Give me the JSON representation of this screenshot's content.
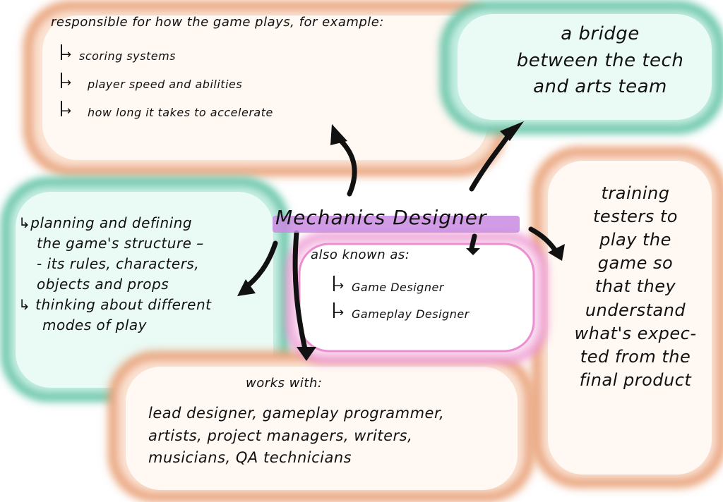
{
  "title": "Mechanics Designer",
  "responsible": {
    "heading": "responsible for how the game plays, for example:",
    "items": [
      "scoring systems",
      "player speed and abilities",
      "how long it takes to accelerate"
    ]
  },
  "bridge": {
    "lines": [
      "a bridge",
      "between the tech",
      "and arts team"
    ]
  },
  "planning": {
    "lines": [
      "↳planning and defining",
      "the game's structure –",
      "- its rules, characters,",
      "objects and props",
      "↳ thinking about different",
      "modes of play"
    ]
  },
  "aka": {
    "heading": "also known as:",
    "items": [
      "Game Designer",
      "Gameplay Designer"
    ]
  },
  "training": {
    "lines": [
      "training",
      "testers to",
      "play the",
      "game so",
      "that they",
      "understand",
      "what's expec-",
      "ted from the",
      "final product"
    ]
  },
  "works": {
    "heading": "works with:",
    "lines": [
      "lead designer, gameplay programmer,",
      "artists, project managers, writers,",
      "musicians, QA technicians"
    ]
  },
  "colors": {
    "orange": "#f0b48e",
    "teal": "#7fd6c0",
    "pink": "#f0a0d8",
    "purple": "#c98be0"
  }
}
